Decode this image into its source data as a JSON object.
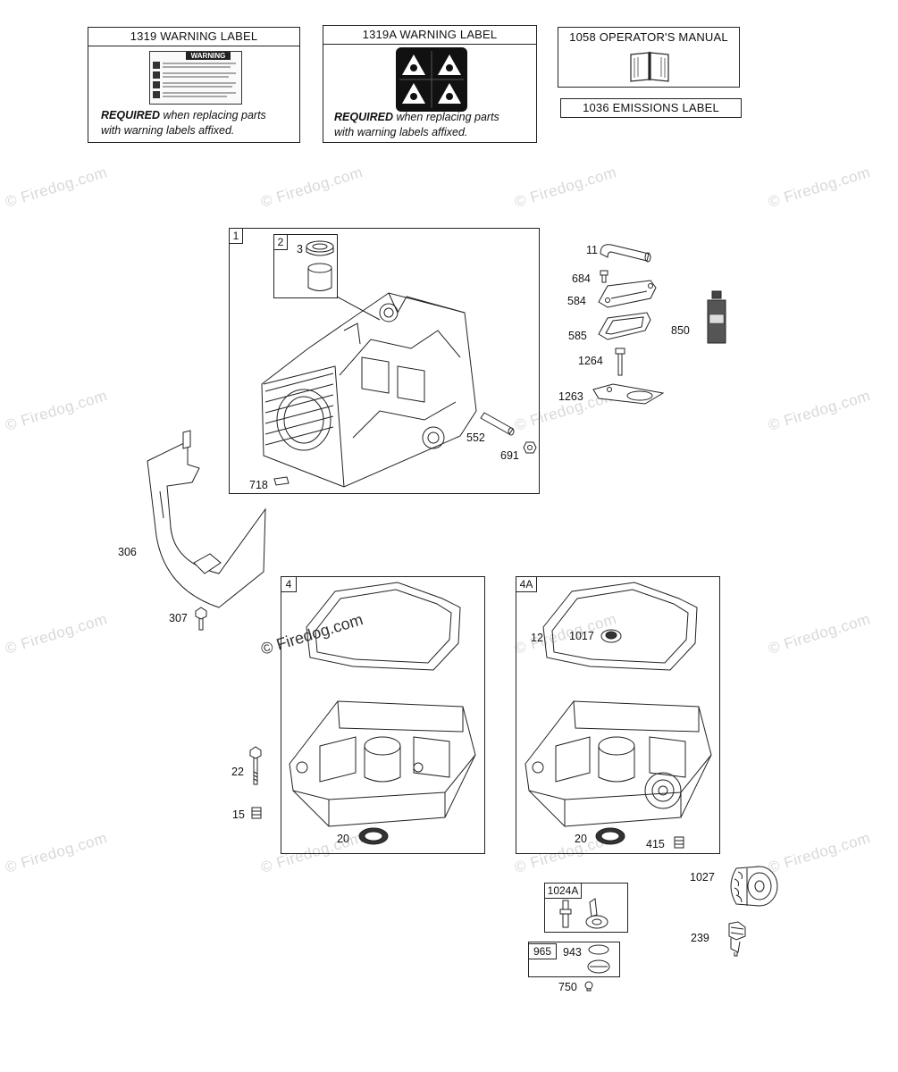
{
  "labels_row": {
    "warning_1319": {
      "title": "1319 WARNING LABEL",
      "sticker_heading": "WARNING",
      "required_bold": "REQUIRED",
      "required_rest": " when replacing parts",
      "required_line2": "with warning labels affixed."
    },
    "warning_1319a": {
      "title": "1319A WARNING LABEL",
      "required_bold": "REQUIRED",
      "required_rest": " when replacing parts",
      "required_line2": "with warning labels affixed."
    },
    "operators_manual": {
      "title": "1058 OPERATOR'S MANUAL"
    },
    "emissions_label": {
      "title": "1036 EMISSIONS LABEL"
    }
  },
  "watermark": {
    "text": "© Firedog.com"
  },
  "groups": {
    "cylinder": {
      "tag": "1",
      "sub_tag": "2"
    },
    "sump": {
      "tag": "4"
    },
    "sump_alt": {
      "tag": "4A"
    },
    "kit_1024a": {
      "tag": "1024A"
    },
    "kit_965": {
      "tag": "965"
    }
  },
  "callouts": {
    "c3": "3",
    "c11": "11",
    "c684": "684",
    "c584": "584",
    "c585": "585",
    "c850": "850",
    "c1264": "1264",
    "c1263": "1263",
    "c552": "552",
    "c691": "691",
    "c718": "718",
    "c306": "306",
    "c307": "307",
    "c22": "22",
    "c15": "15",
    "c20a": "20",
    "c12": "12",
    "c1017": "1017",
    "c20b": "20",
    "c415": "415",
    "c1027": "1027",
    "c239": "239",
    "c943": "943",
    "c750": "750"
  }
}
